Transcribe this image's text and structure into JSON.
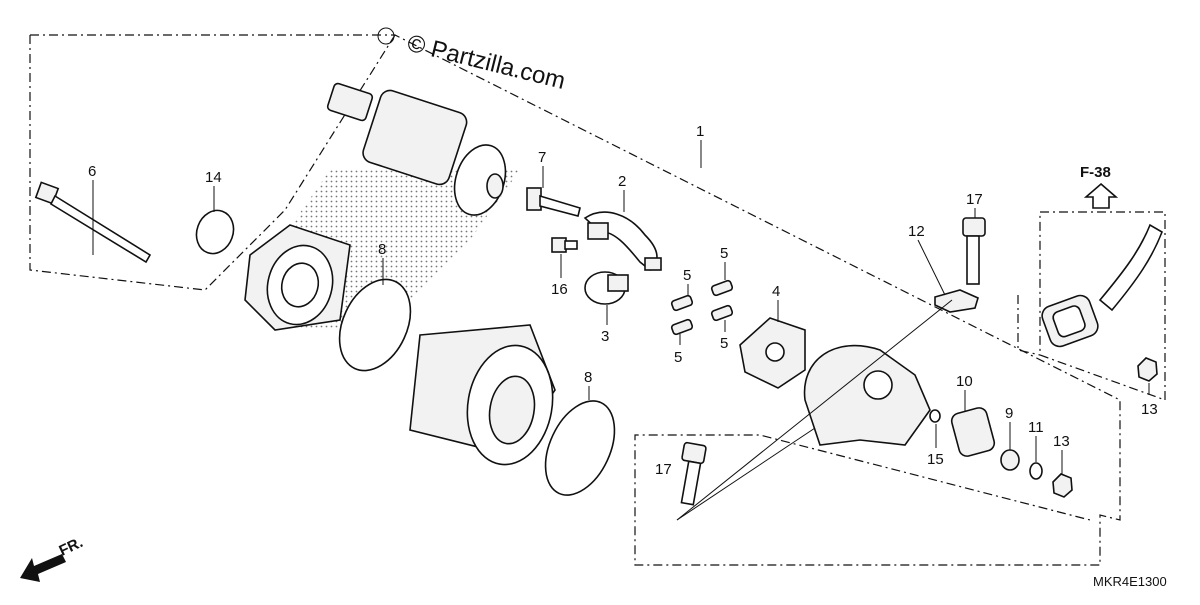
{
  "watermark": "© Partzilla.com",
  "diagram_code": "MKR4E1300",
  "reference": "F-38",
  "front_label": "FR.",
  "callouts": {
    "c1": "1",
    "c2": "2",
    "c3": "3",
    "c4": "4",
    "c5a": "5",
    "c5b": "5",
    "c5c": "5",
    "c5d": "5",
    "c6": "6",
    "c7": "7",
    "c8a": "8",
    "c8b": "8",
    "c9": "9",
    "c10": "10",
    "c11": "11",
    "c12": "12",
    "c13a": "13",
    "c13b": "13",
    "c14": "14",
    "c15": "15",
    "c16": "16",
    "c17a": "17",
    "c17b": "17"
  },
  "colors": {
    "ink": "#111111",
    "paper": "#ffffff"
  },
  "icons": [
    "copyright-icon",
    "up-arrow-icon",
    "front-arrow-icon"
  ]
}
